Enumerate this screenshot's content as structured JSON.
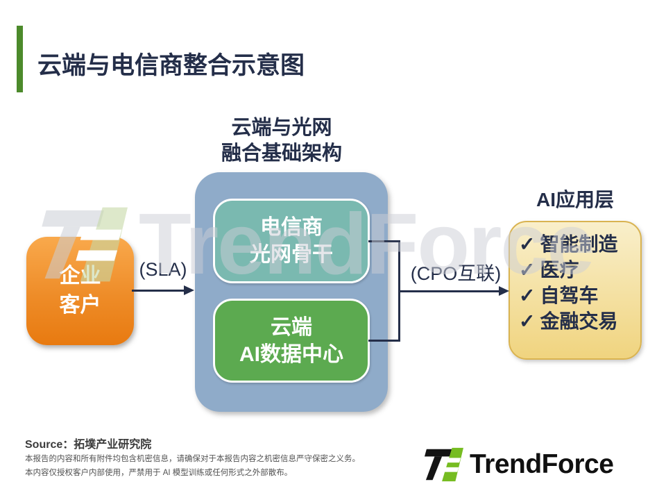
{
  "slide": {
    "title": "云端与电信商整合示意图"
  },
  "diagram": {
    "infra_heading_line1": "云端与光网",
    "infra_heading_line2": "融合基础架构",
    "client_box": {
      "line1": "企业",
      "line2": "客户"
    },
    "telecom_box": {
      "line1": "电信商",
      "line2": "光网骨干"
    },
    "cloud_box": {
      "line1": "云端",
      "line2": "AI数据中心"
    },
    "sla_label": "(SLA)",
    "cpo_label": "(CPO互联)",
    "ai_layer_heading": "AI应用层",
    "check_glyph": "✓",
    "ai_items": [
      "智能制造",
      "医疗",
      "自驾车",
      "金融交易"
    ]
  },
  "watermark": {
    "text": "TrendForce"
  },
  "footer": {
    "source": "Source：拓墣产业研究院",
    "disclaimer_line1": "本报告的内容和所有附件均包含机密信息，请确保对于本报告内容之机密信息严守保密之义务。",
    "disclaimer_line2": "本内容仅授权客户内部使用，严禁用于 AI 模型训练或任何形式之外部散布。",
    "logo_text": "TrendForce"
  },
  "colors": {
    "accent_green": "#4C8A2B",
    "text_navy": "#242E49",
    "container_blue": "#8FABC9",
    "telecom_teal": "#7AB9B0",
    "cloud_green": "#5CAA50",
    "client_orange": "#EE8C28",
    "ai_layer_yellow": "#F0D47F",
    "ai_layer_border": "#D9B351",
    "logo_green": "#76BC21"
  }
}
